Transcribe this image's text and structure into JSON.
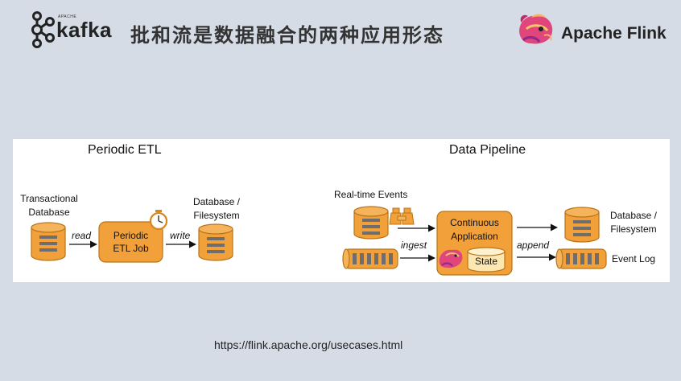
{
  "header": {
    "kafka_logo_small": "APACHE",
    "kafka_logo_text": "kafka",
    "kafka_logo_reg": "®",
    "title": "批和流是数据融合的两种应用形态",
    "flink_logo_text": "Apache Flink"
  },
  "periodic_etl": {
    "heading": "Periodic ETL",
    "source_label_line1": "Transactional",
    "source_label_line2": "Database",
    "read_label": "read",
    "job_line1": "Periodic",
    "job_line2": "ETL Job",
    "write_label": "write",
    "sink_label_line1": "Database /",
    "sink_label_line2": "Filesystem"
  },
  "data_pipeline": {
    "heading": "Data Pipeline",
    "events_label": "Real-time Events",
    "ingest_label": "ingest",
    "app_line1": "Continuous",
    "app_line2": "Application",
    "state_label": "State",
    "append_label": "append",
    "sink_label_line1": "Database /",
    "sink_label_line2": "Filesystem",
    "log_label": "Event Log"
  },
  "footer": {
    "url": "https://flink.apache.org/usecases.html"
  },
  "colors": {
    "background": "#d6dce6",
    "orange": "#f2a03a",
    "orange_border": "#b87418",
    "stripe": "#6e6e6e",
    "state_fill": "#fde7b0"
  },
  "icons": [
    "kafka-logo-icon",
    "flink-squirrel-icon",
    "database-icon",
    "stopwatch-icon",
    "binoculars-icon",
    "event-log-icon"
  ]
}
